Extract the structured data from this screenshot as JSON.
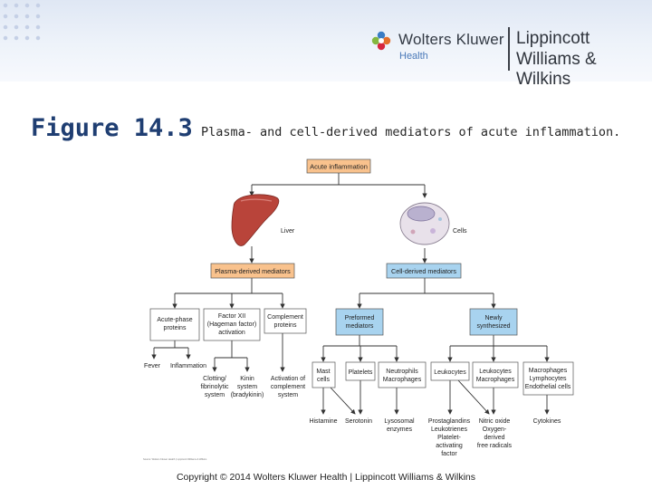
{
  "header": {
    "publisher_name": "Wolters Kluwer",
    "publisher_division": "Health",
    "imprint_line1": "Lippincott",
    "imprint_line2": "Williams & Wilkins"
  },
  "figure": {
    "number": "Figure 14.3",
    "caption": "Plasma- and cell-derived mediators of acute inflammation."
  },
  "diagram": {
    "root": "Acute inflammation",
    "liver_label": "Liver",
    "cells_label": "Cells",
    "plasma_box": "Plasma-derived mediators",
    "cell_box": "Cell-derived mediators",
    "acute_phase": [
      "Acute-phase",
      "proteins"
    ],
    "factor_xii": [
      "Factor XII",
      "(Hageman factor)",
      "activation"
    ],
    "complement": [
      "Complement",
      "proteins"
    ],
    "preformed": [
      "Preformed",
      "mediators"
    ],
    "newly": [
      "Newly",
      "synthesized"
    ],
    "fever": "Fever",
    "inflammation": "Inflammation",
    "clotting": [
      "Clotting/",
      "fibrinolytic",
      "system"
    ],
    "kinin": [
      "Kinin",
      "system",
      "(bradykinin)"
    ],
    "activation_complement": [
      "Activation of",
      "complement",
      "system"
    ],
    "mast_cells": [
      "Mast",
      "cells"
    ],
    "platelets": "Platelets",
    "neutrophils": [
      "Neutrophils",
      "Macrophages"
    ],
    "leukocytes": "Leukocytes",
    "leuk_macro": [
      "Leukocytes",
      "Macrophages"
    ],
    "macro_lympho": [
      "Macrophages",
      "Lymphocytes",
      "Endothelial cells"
    ],
    "histamine": "Histamine",
    "serotonin": "Serotonin",
    "lysosomal": [
      "Lysosomal",
      "enzymes"
    ],
    "prostaglandins": [
      "Prostaglandins",
      "Leukotrienes",
      "Platelet-",
      "activating",
      "factor"
    ],
    "nitric_oxide": [
      "Nitric oxide",
      "Oxygen-",
      "derived",
      "free radicals"
    ],
    "cytokines": "Cytokines",
    "fine_print": "Source: Wolters Kluwer Health | Lippincott Williams & Wilkins"
  },
  "colors": {
    "title_blue": "#1f3e72",
    "box_orange": "#f9c28d",
    "box_blue": "#a8d3ef",
    "liver_red": "#b9443a"
  },
  "footer": {
    "copyright": "Copyright © 2014 Wolters Kluwer Health | Lippincott Williams & Wilkins"
  }
}
